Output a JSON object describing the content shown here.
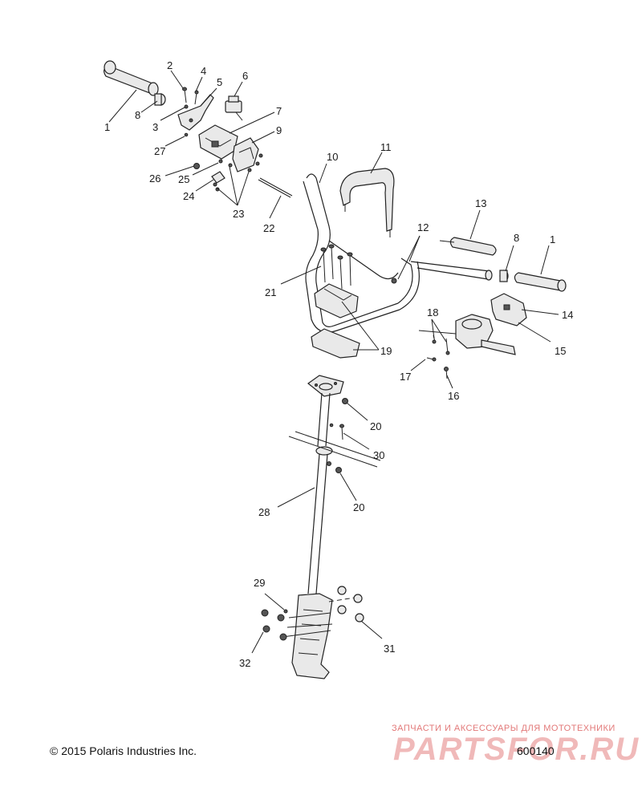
{
  "footer": {
    "copyright": "© 2015 Polaris Industries Inc.",
    "diagram_id": "600140"
  },
  "watermark": {
    "caption": "ЗАПЧАСТИ И АКСЕССУАРЫ ДЛЯ МОТОТЕХНИКИ",
    "logo": "PARTSFOR.RU"
  },
  "callouts": {
    "c1a": "1",
    "c1b": "1",
    "c2": "2",
    "c3": "3",
    "c4": "4",
    "c5": "5",
    "c6": "6",
    "c7": "7",
    "c8a": "8",
    "c8b": "8",
    "c9": "9",
    "c10": "10",
    "c11": "11",
    "c12": "12",
    "c13": "13",
    "c14": "14",
    "c15": "15",
    "c16": "16",
    "c17": "17",
    "c18": "18",
    "c19": "19",
    "c20a": "20",
    "c20b": "20",
    "c21": "21",
    "c22": "22",
    "c23": "23",
    "c24": "24",
    "c25": "25",
    "c26": "26",
    "c27": "27",
    "c28": "28",
    "c29": "29",
    "c30": "30",
    "c31": "31",
    "c32": "32"
  },
  "colors": {
    "line": "#222222",
    "part_fill": "#e9e9e9",
    "watermark": "#e06666"
  }
}
